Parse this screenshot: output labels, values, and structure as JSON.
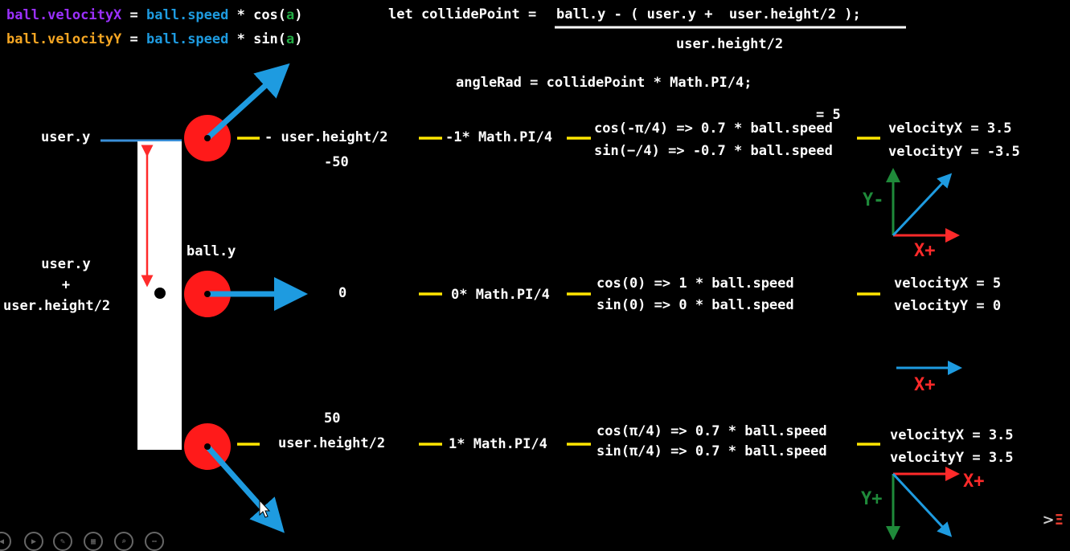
{
  "formulas": {
    "vx": {
      "name": "ball.velocityX",
      "eq": " = ",
      "speed": "ball.speed",
      "op": " * cos(",
      "angle": "a",
      "close": ")"
    },
    "vy": {
      "name": "ball.velocityY",
      "eq": " = ",
      "speed": "ball.speed",
      "op": " * sin(",
      "angle": "a",
      "close": ")"
    }
  },
  "collide": {
    "prefix": "let collidePoint = ",
    "numerator": "ball.y - ( user.y +  user.height/2 );",
    "denominator": "user.height/2"
  },
  "angle_formula": "angleRad = collidePoint * Math.PI/4;",
  "left_labels": {
    "user_y": "user.y",
    "center_line1": "user.y",
    "center_line2": "+",
    "center_line3": "user.height/2",
    "ball_y": "ball.y"
  },
  "rows": [
    {
      "collide": "- user.height/2",
      "collide_value": "-50",
      "angle": "-1* Math.PI/4",
      "speed_note": "= 5",
      "cos": "cos(-π/4) => 0.7 * ball.speed",
      "sin": "sin(−/4) => -0.7 * ball.speed",
      "vx": "velocityX = 3.5",
      "vy": "velocityY = -3.5"
    },
    {
      "collide": "0",
      "angle": "0* Math.PI/4",
      "cos": "cos(0) => 1 * ball.speed",
      "sin": "sin(0) => 0 * ball.speed",
      "vx": "velocityX = 5",
      "vy": "velocityY = 0"
    },
    {
      "collide_value": "50",
      "collide": "user.height/2",
      "angle": "1* Math.PI/4",
      "cos": "cos(π/4) => 0.7 * ball.speed",
      "sin": "sin(π/4) => 0.7 * ball.speed",
      "vx": "velocityX = 3.5",
      "vy": "velocityY = 3.5"
    }
  ],
  "axes": {
    "top_y": "Y-",
    "top_x": "X+",
    "mid_x": "X+",
    "bottom_y": "Y+",
    "bottom_x": "X+"
  },
  "colors": {
    "ball": "#ff1a1a",
    "arrow": "#1e9be0",
    "dash": "#ffe600",
    "paddle": "#ffffff",
    "axis_x": "#ff2a2a",
    "axis_y": "#1f8a3a"
  }
}
